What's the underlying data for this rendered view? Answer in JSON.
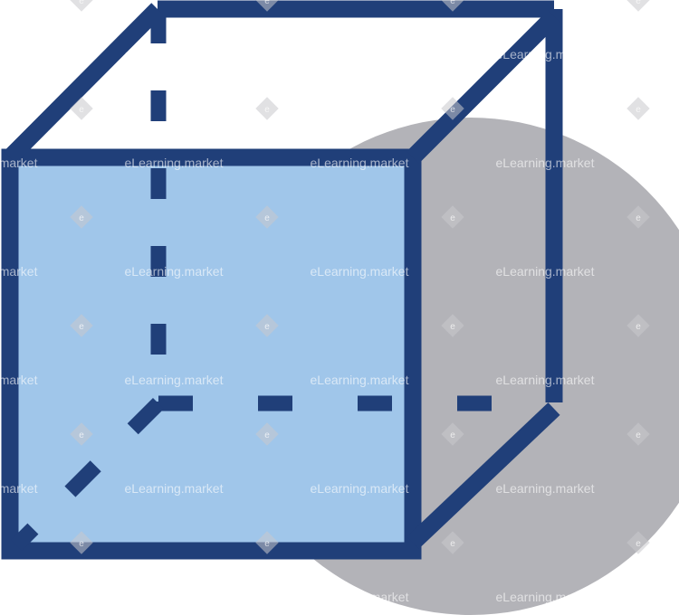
{
  "illustration": {
    "name": "cube-wireframe",
    "colors": {
      "background": "#ffffff",
      "circle": "#b3b3b8",
      "front_face": "#a0c6ea",
      "edge": "#203f79",
      "watermark_text": "#ffffff",
      "watermark_diamond": "#c9c9cc"
    }
  },
  "watermark": {
    "text": "eLearning.market",
    "badge": "e"
  }
}
